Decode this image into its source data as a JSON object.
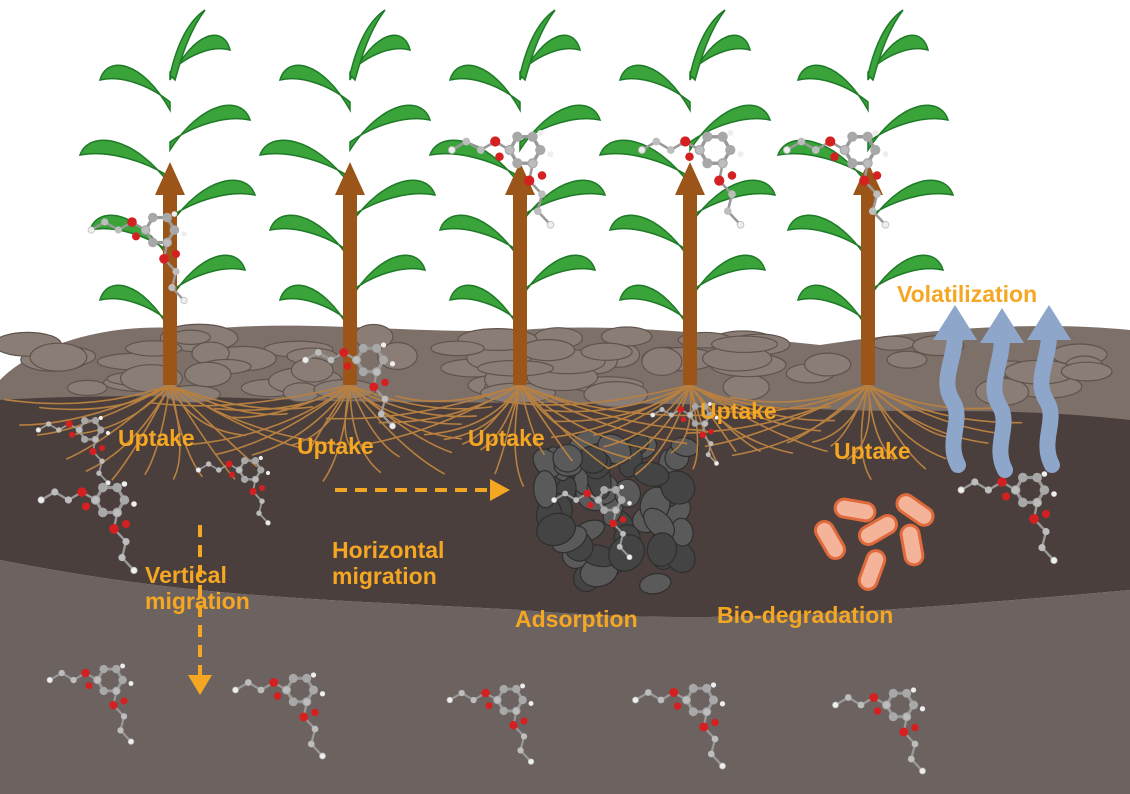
{
  "labels": {
    "uptake": "Uptake",
    "volatilization": "Volatilization",
    "vertical_migration": "Vertical migration",
    "horizontal_migration": "Horizontal migration",
    "adsorption": "Adsorption",
    "bio_degradation": "Bio-degradation"
  },
  "colors": {
    "label": "#f5a623",
    "arrow_dashed": "#f5a623",
    "stem": "#9c5518",
    "leaf": "#3aa33a",
    "leaf_dark": "#1f7a28",
    "root": "#b88040",
    "topsoil": "#7d7069",
    "middle_soil": "#4a3f3c",
    "deep_soil": "#6c6361",
    "vapor_arrow": "#8fa6cb",
    "bacteria": "#f4b49a",
    "adsorbent": "#555555"
  }
}
